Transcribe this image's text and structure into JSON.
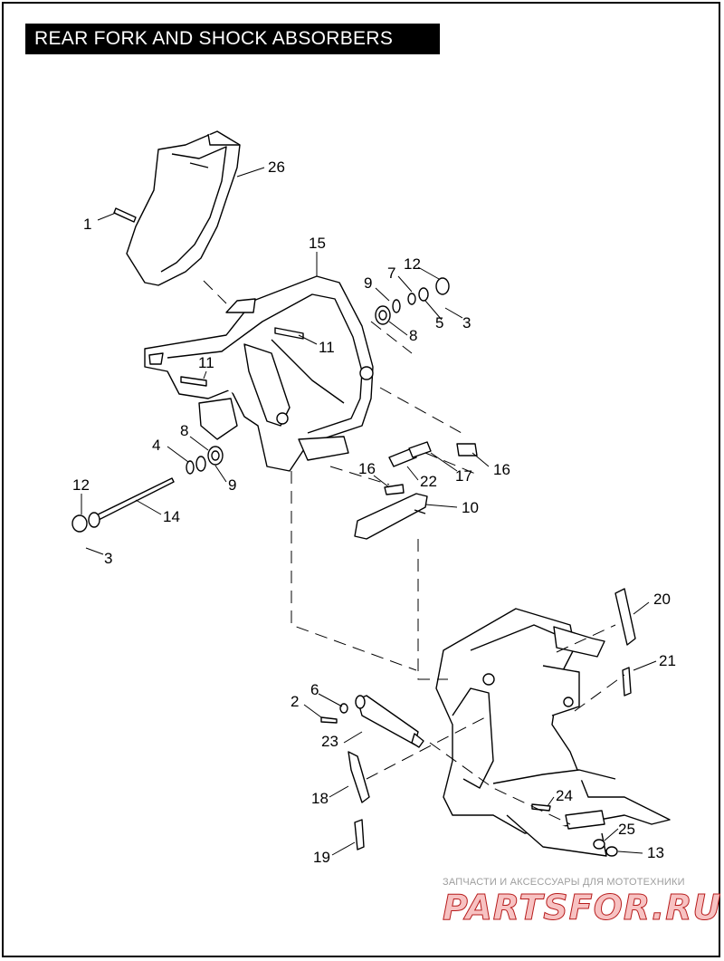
{
  "title": "REAR FORK AND SHOCK ABSORBERS",
  "callouts": [
    {
      "label": "26"
    },
    {
      "label": "1"
    },
    {
      "label": "15"
    },
    {
      "label": "12"
    },
    {
      "label": "9"
    },
    {
      "label": "7"
    },
    {
      "label": "5"
    },
    {
      "label": "3"
    },
    {
      "label": "8"
    },
    {
      "label": "11"
    },
    {
      "label": "11"
    },
    {
      "label": "8"
    },
    {
      "label": "4"
    },
    {
      "label": "9"
    },
    {
      "label": "12"
    },
    {
      "label": "14"
    },
    {
      "label": "3"
    },
    {
      "label": "16"
    },
    {
      "label": "22"
    },
    {
      "label": "17"
    },
    {
      "label": "16"
    },
    {
      "label": "10"
    },
    {
      "label": "20"
    },
    {
      "label": "21"
    },
    {
      "label": "2"
    },
    {
      "label": "6"
    },
    {
      "label": "23"
    },
    {
      "label": "18"
    },
    {
      "label": "19"
    },
    {
      "label": "24"
    },
    {
      "label": "25"
    },
    {
      "label": "13"
    }
  ],
  "watermark": {
    "subtitle": "ЗАПЧАСТИ И АКСЕССУАРЫ ДЛЯ МОТОТЕХНИКИ",
    "logo": "PARTSFOR.RU"
  }
}
